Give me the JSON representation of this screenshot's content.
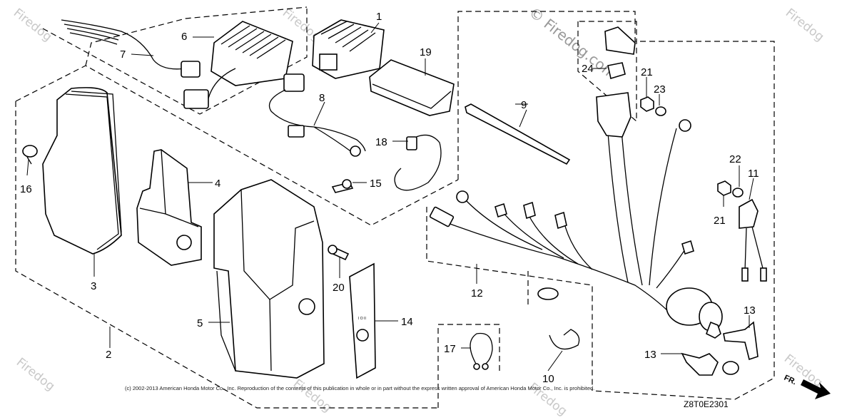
{
  "diagram": {
    "part_numbers": {
      "p1": "1",
      "p2": "2",
      "p3": "3",
      "p4": "4",
      "p5": "5",
      "p6": "6",
      "p7": "7",
      "p8": "8",
      "p9": "9",
      "p10": "10",
      "p11": "11",
      "p12": "12",
      "p13a": "13",
      "p13b": "13",
      "p14": "14",
      "p15": "15",
      "p16": "16",
      "p17": "17",
      "p18": "18",
      "p19": "19",
      "p20": "20",
      "p21a": "21",
      "p21b": "21",
      "p22": "22",
      "p23": "23",
      "p24": "24"
    },
    "copyright": "(c) 2002-2013 American Honda Motor Co., Inc. Reproduction of the contents of this publication in whole or in part without the express written approval of American Honda Motor Co., Inc. is prohibited.",
    "drawing_code": "Z8T0E2301",
    "fr_label": "FR.",
    "watermark_text": "© Firedog.com",
    "watermark_small": "Firedog"
  }
}
